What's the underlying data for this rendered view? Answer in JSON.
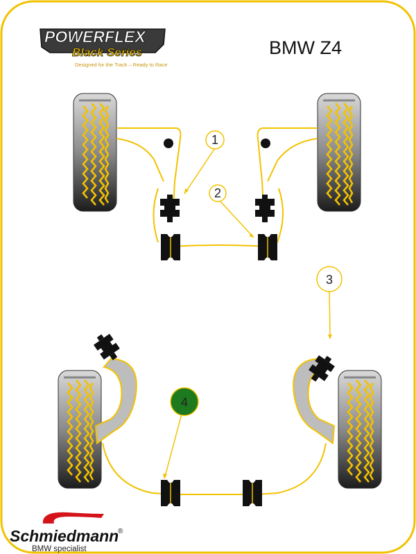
{
  "brand": {
    "logo_primary": "POWERFLEX",
    "logo_secondary": "Black Series",
    "tagline": "Designed for the Track – Ready to Race"
  },
  "title": "BMW Z4",
  "callouts": [
    {
      "number": "1"
    },
    {
      "number": "2"
    },
    {
      "number": "3"
    },
    {
      "number": "4"
    }
  ],
  "dealer": {
    "name": "Schmiedmann",
    "registered": "®",
    "subtitle": "BMW specialist"
  },
  "colors": {
    "frame": "#f2c200",
    "arm_outline": "#f2c200",
    "bush": "#111111",
    "tyre_tread": "#f2c200",
    "tyre_dark": "#1a1a1a",
    "tyre_light": "#d4d4d4",
    "knuckle": "#bdbdbd",
    "callout_highlight": "#1e7a1e",
    "dealer_red": "#d4141a"
  }
}
